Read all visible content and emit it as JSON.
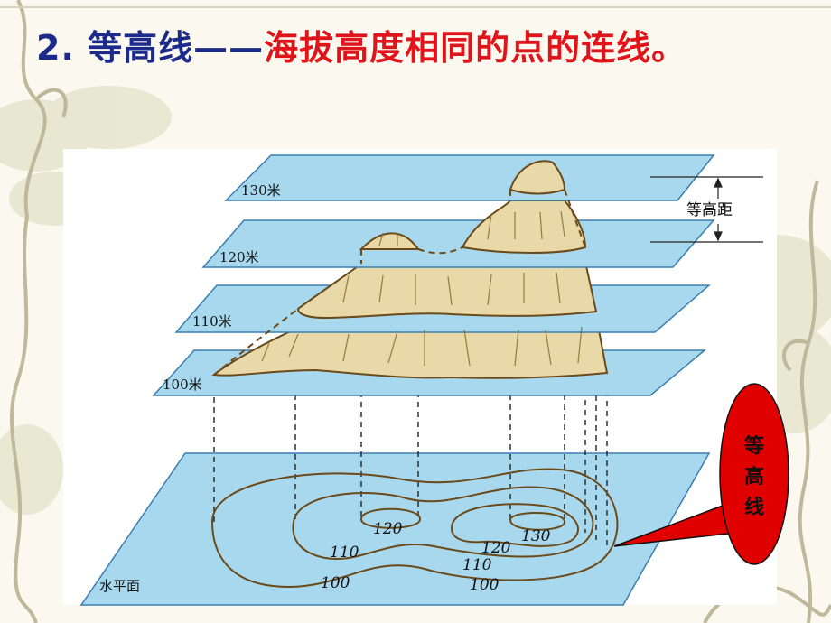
{
  "title": {
    "number": "2.",
    "term": "等高线",
    "dash": "——",
    "definition": "海拔高度相同的点的连线。"
  },
  "levels": [
    {
      "label": "130米"
    },
    {
      "label": "120米"
    },
    {
      "label": "110米"
    },
    {
      "label": "100米"
    }
  ],
  "interval_label": "等高距",
  "base_label": "水平面",
  "contour_labels": {
    "left_120": "120",
    "right_130": "130",
    "right_120": "120",
    "right_110": "110",
    "right_100": "100",
    "left_110": "110",
    "left_100": "100"
  },
  "callout": {
    "chars": [
      "等",
      "高",
      "线"
    ]
  },
  "colors": {
    "plane": "#9fd3ea",
    "plane_edge": "#3a7fb0",
    "terrain": "#c8a24a",
    "title_blue": "#1c2a8c",
    "title_red": "#e0141a",
    "callout": "#e00000"
  }
}
